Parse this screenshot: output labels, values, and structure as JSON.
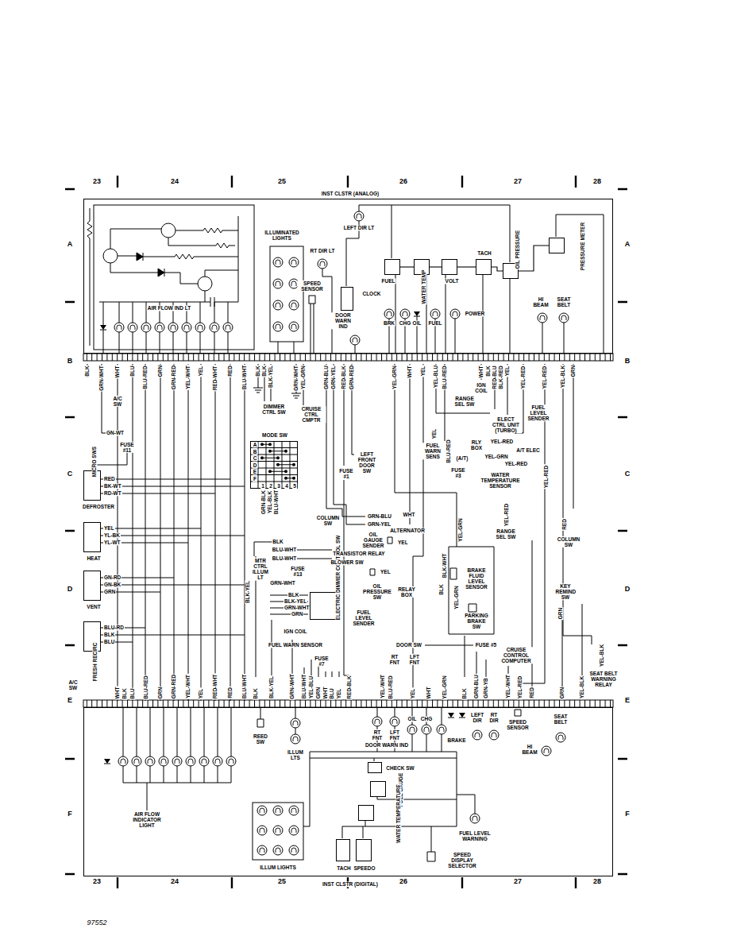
{
  "diagram": {
    "nodes": [
      {
        "text": [
          "INST CLSTR (ANALOG)"
        ]
      },
      {
        "text": [
          "FUEL"
        ],
        "in": 0
      },
      {
        "text": [
          "WATER TEMP"
        ],
        "in": 0
      },
      {
        "text": [
          "VOLT"
        ],
        "in": 0
      },
      {
        "text": [
          "TACH"
        ],
        "in": 0
      },
      {
        "text": [
          "OIL PRESSURE"
        ],
        "in": 0
      },
      {
        "text": [
          "CLOCK"
        ],
        "in": 0
      },
      {
        "text": [
          "PRESSURE METER"
        ],
        "in": 0
      },
      {
        "text": [
          "MODE SW",
          "A",
          "B",
          "C",
          "D",
          "E",
          "F",
          "1",
          "2",
          "3",
          "4",
          "5"
        ]
      },
      {
        "text": [
          "MICRO SWS",
          "DEFROSTER"
        ]
      },
      {
        "text": [
          "HEAT"
        ]
      },
      {
        "text": [
          "VENT"
        ]
      },
      {
        "text": [
          "FRESH RECIRC"
        ]
      },
      {
        "text": [
          "ELECTRIC DIMMER CONTROL SW"
        ]
      },
      {
        "text": [
          "INST CLSTR (DIGITAL)"
        ]
      },
      {
        "text": [
          "CHECK SW"
        ],
        "in": 14
      },
      {
        "text": [
          "FUEL GAUGE"
        ],
        "in": 14
      },
      {
        "text": [
          "WATER TEMPERATURE"
        ],
        "in": 14
      },
      {
        "text": [
          "TACH"
        ],
        "in": 14
      },
      {
        "text": [
          "SPEEDO"
        ],
        "in": 14
      }
    ],
    "edges": [
      {
        "from": 1,
        "to": 2,
        "arrow": "none"
      },
      {
        "from": 2,
        "to": 3,
        "arrow": "none"
      },
      {
        "from": 3,
        "to": 4,
        "arrow": "none"
      },
      {
        "from": 4,
        "to": 5,
        "arrow": "none"
      },
      {
        "from": 5,
        "to": 7,
        "arrow": "none"
      }
    ],
    "labels": [
      "23",
      "24",
      "25",
      "26",
      "27",
      "28",
      "23",
      "24",
      "25",
      "26",
      "27",
      "28",
      "A",
      "B",
      "C",
      "D",
      "E",
      "F",
      "A",
      "B",
      "C",
      "D",
      "E",
      "F",
      "97552",
      "ILLUMINATED LIGHTS",
      "LEFT DIR LT",
      "RT DIR LT",
      "SPEED SENSOR",
      "DOOR WARN IND",
      "AIR FLOW IND LT",
      "BRK",
      "CHG",
      "OIL",
      "FUEL",
      "POWER",
      "HI BEAM",
      "SEAT BELT",
      "BLK",
      "GRN-WHT",
      "WHT",
      "BLU",
      "BLU-RED",
      "GRN",
      "GRN-RED",
      "YEL-WHT",
      "YEL",
      "RED-WHT",
      "RED",
      "BLU-WHT",
      "BLK",
      "BLK",
      "BLK-YEL",
      "GRN-WHT",
      "YEL-GRN",
      "GRN-BLU",
      "GRN-YEL",
      "RED-BLK",
      "GRN-RED",
      "YEL-GRN",
      "WHT",
      "YEL",
      "YEL-BLU",
      "BLU-RED",
      "WHT",
      "BLK",
      "RED-BLU",
      "BLK-RED",
      "YEL",
      "YEL-RED",
      "YEL-RED",
      "YEL-BLK",
      "GRN",
      "WHT",
      "BLK",
      "BLU",
      "BLU-RED",
      "GRN",
      "GRN-RED",
      "YEL-WHT",
      "YEL",
      "RED-WHT",
      "RED",
      "BLU-WHT",
      "BLK",
      "BLK-YEL",
      "GRN-WHT",
      "BLU-WHT",
      "YEL-BLU",
      "GRN",
      "WHT",
      "BLU",
      "YEL",
      "RED-BLK",
      "YEL-WHT",
      "BLU-RED",
      "YEL",
      "WHT",
      "YEL-GRN",
      "BLK",
      "GRN-BLU",
      "GRN-YB",
      "YEL-WHT",
      "YEL-RED",
      "RED",
      "GRN",
      "YEL-BLK",
      "A/C SW",
      "DIMMER CTRL SW",
      "CRUISE CTRL CMPTR",
      "GN-WT",
      "FUSE #11",
      "RED",
      "BK-WT",
      "RD-WT",
      "YEL",
      "YL-BK",
      "YL-WT",
      "GN-RD",
      "GN-BK",
      "GRN",
      "BLU-RD",
      "BLK",
      "BLU",
      "A/C SW",
      "LEFT FRONT DOOR SW",
      "FUSE #1",
      "RANGE SEL SW",
      "IGN COIL",
      "ELECT CTRL UNIT (TURBO)",
      "FUEL LEVEL SENDER",
      "RLY BOX",
      "YEL-RED",
      "A/T ELEC",
      "(A/T)",
      "YEL-GRN",
      "YEL-RED",
      "WATER TEMPERATURE SENSOR",
      "FUEL WARN SENS",
      "YEL",
      "BLU-RED",
      "FUSE #3",
      "YEL-RED",
      "RANGE SEL SW",
      "YEL-RED",
      "RED",
      "COLUMN SW",
      "KEY REMIND SW",
      "GRN",
      "YEL-BLK",
      "SEAT BELT WARNING RELAY",
      "CRUISE CONTROL COMPUTER",
      "FUSE #5",
      "DOOR SW",
      "RT FNT",
      "LFT FNT",
      "COLUMN SW",
      "GRN-BLU",
      "GRN-YEL",
      "WHT",
      "ALTERNATOR",
      "OIL GAUGE SENDER",
      "YEL",
      "BLK",
      "TRANSISTOR RELAY",
      "BLU-WHT",
      "BLU-WHT",
      "BLOWER SW",
      "MTR CTRL ILLUM LT",
      "FUSE #13",
      "YEL",
      "OIL PRESSURE SW",
      "GRN-WHT",
      "RELAY BOX",
      "BLK",
      "BLK-YEL",
      "GRN-WHT",
      "GRN",
      "FUEL LEVEL SENDER",
      "IGN COIL",
      "FUEL WARN SENSOR",
      "FUSE #7",
      "BRAKE FLUID LEVEL SENSOR",
      "BLK-WHT",
      "YEL-GRN",
      "PARKING BRAKE SW",
      "BLK",
      "YEL-GRN",
      "GRN-BLK",
      "YEL-BLK",
      "BLU-WHT",
      "BLK-YEL",
      "REED SW",
      "ILLUM LTS",
      "RT FNT",
      "LFT FNT",
      "DOOR WARN IND",
      "OIL",
      "CHG",
      "BRAKE",
      "LEFT DIR",
      "RT DIR",
      "SPEED SENSOR",
      "HI BEAM",
      "SEAT BELT",
      "AIR FLOW INDICATOR LIGHT",
      "ILLUM LIGHTS",
      "FUEL LEVEL WARNING",
      "SPEED DISPLAY SELECTOR"
    ]
  }
}
